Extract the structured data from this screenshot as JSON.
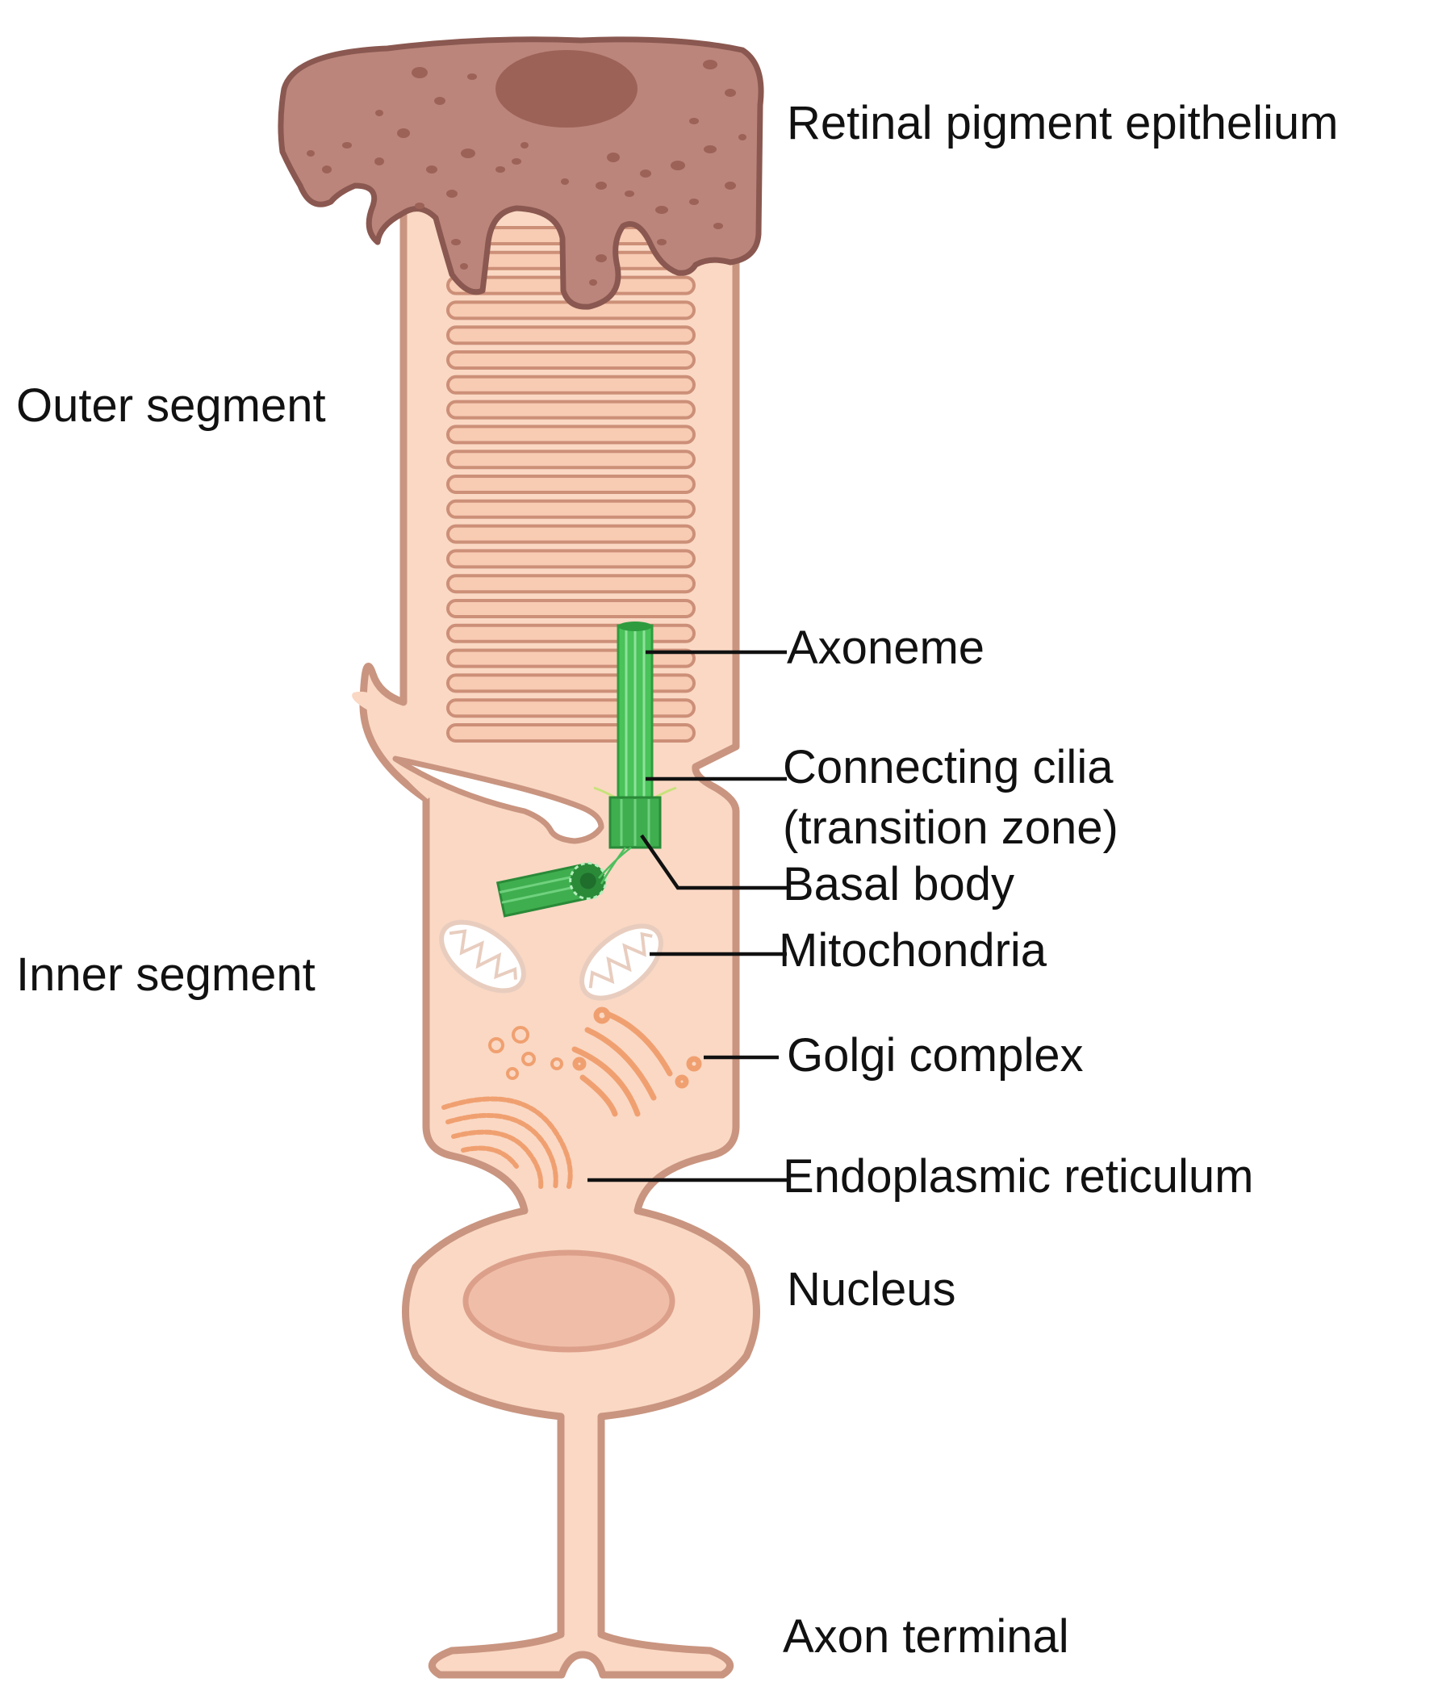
{
  "labels": {
    "retinal_pigment_epithelium": "Retinal pigment epithelium",
    "outer_segment": "Outer segment",
    "axoneme": "Axoneme",
    "connecting_cilia_line1": "Connecting cilia",
    "connecting_cilia_line2": "(transition zone)",
    "basal_body": "Basal body",
    "inner_segment": "Inner segment",
    "mitochondria": "Mitochondria",
    "golgi_complex": "Golgi complex",
    "endoplasmic_reticulum": "Endoplasmic reticulum",
    "nucleus": "Nucleus",
    "axon_terminal": "Axon terminal"
  },
  "colors": {
    "cell_fill": "#fad8c4",
    "cell_outline": "#c99580",
    "rpe_fill": "#bb857b",
    "rpe_outline": "#8a5850",
    "rpe_granules": "#9c6258",
    "disc_outline": "#cc8f78",
    "cilium_green": "#39b54a",
    "organelle_orange": "#f0a070",
    "nucleus_fill": "#f0bea8"
  }
}
